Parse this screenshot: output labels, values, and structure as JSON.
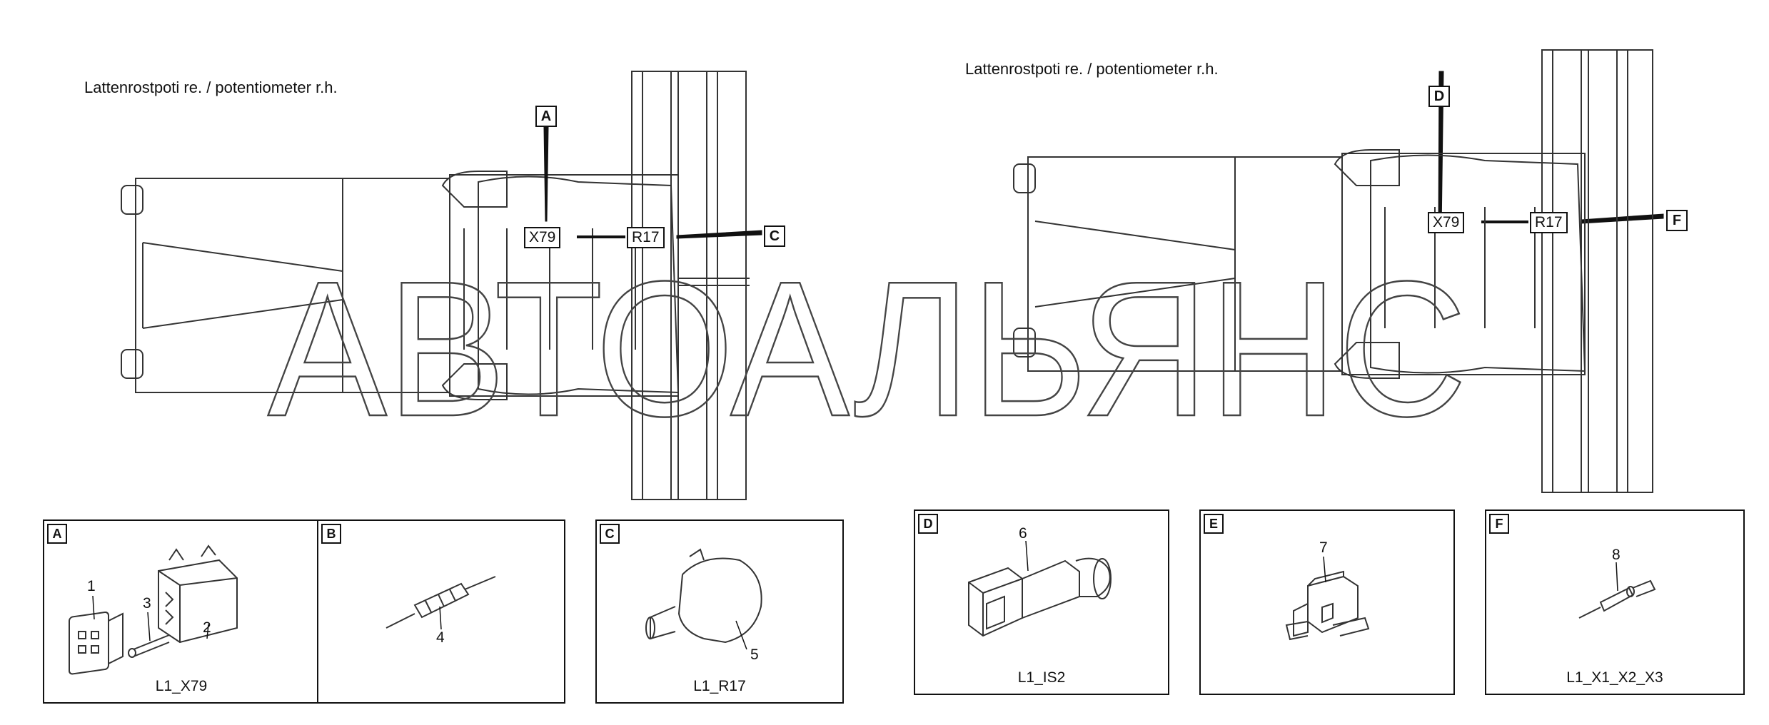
{
  "views": [
    {
      "caption": "Lattenrostpoti re. / potentiometer r.h.",
      "ref_top": "A",
      "ref_right": "C",
      "connector_label": "X79",
      "part_label": "R17"
    },
    {
      "caption": "Lattenrostpoti re. / potentiometer r.h.",
      "ref_top": "D",
      "ref_right": "F",
      "connector_label": "X79",
      "part_label": "R17"
    }
  ],
  "watermark": "АВТОАЛЬЯНС",
  "panels": [
    {
      "tag": "A",
      "name": "L1_X79",
      "items": [
        "1",
        "3",
        "2"
      ]
    },
    {
      "tag": "B",
      "name": "",
      "items": [
        "4"
      ]
    },
    {
      "tag": "C",
      "name": "L1_R17",
      "items": [
        "5"
      ]
    },
    {
      "tag": "D",
      "name": "L1_IS2",
      "items": [
        "6"
      ]
    },
    {
      "tag": "E",
      "name": "",
      "items": [
        "7"
      ]
    },
    {
      "tag": "F",
      "name": "L1_X1_X2_X3",
      "items": [
        "8"
      ]
    }
  ],
  "colors": {
    "line": "#111111",
    "drawing": "#333333",
    "watermark": "#444444"
  }
}
